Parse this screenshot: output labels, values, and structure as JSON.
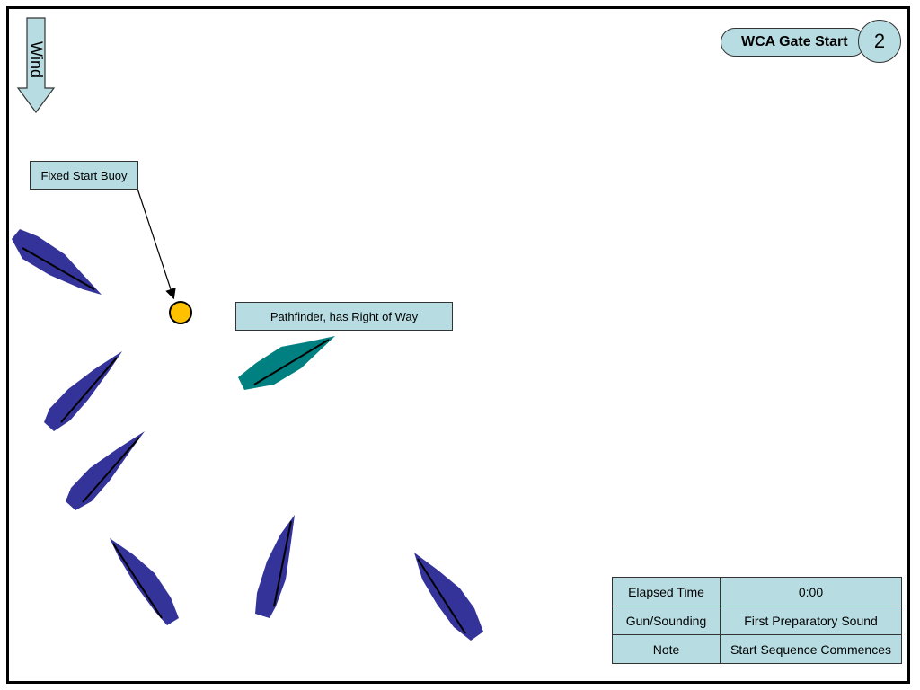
{
  "header": {
    "title": "WCA Gate Start",
    "slide_number": "2"
  },
  "wind": {
    "label": "Wind",
    "arrow_fill": "#b7dde3"
  },
  "callouts": {
    "buoy_label": "Fixed Start Buoy",
    "pathfinder_label": "Pathfinder, has Right of Way"
  },
  "colors": {
    "boat": "#333399",
    "pathfinder_boat": "#008080",
    "buoy": "#ffc000",
    "label_fill": "#b7dde3"
  },
  "info_table": {
    "rows": [
      {
        "key": "Elapsed Time",
        "value": "0:00"
      },
      {
        "key": "Gun/Sounding",
        "value": "First Preparatory Sound"
      },
      {
        "key": "Note",
        "value": "Start Sequence Commences"
      }
    ]
  }
}
